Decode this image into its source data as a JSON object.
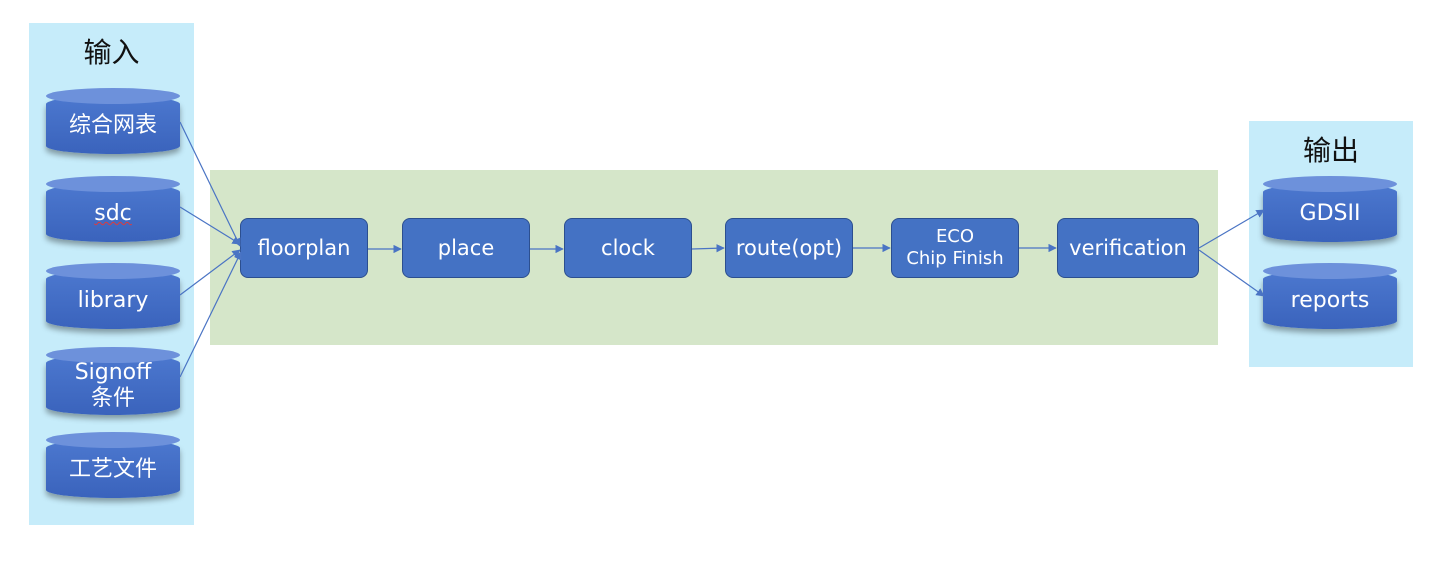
{
  "input_panel": {
    "title": "输入",
    "items": [
      "综合网表",
      "sdc",
      "library",
      "Signoff\n条件",
      "工艺文件"
    ]
  },
  "flow": {
    "steps": [
      "floorplan",
      "place",
      "clock",
      "route(opt)",
      "ECO\nChip Finish",
      "verification"
    ]
  },
  "output_panel": {
    "title": "输出",
    "items": [
      "GDSII",
      "reports"
    ]
  },
  "colors": {
    "panel_bg": "#c6ecfa",
    "flow_bg": "#d5e6c9",
    "box_fill": "#4472c4",
    "arrow": "#4a74c4"
  }
}
